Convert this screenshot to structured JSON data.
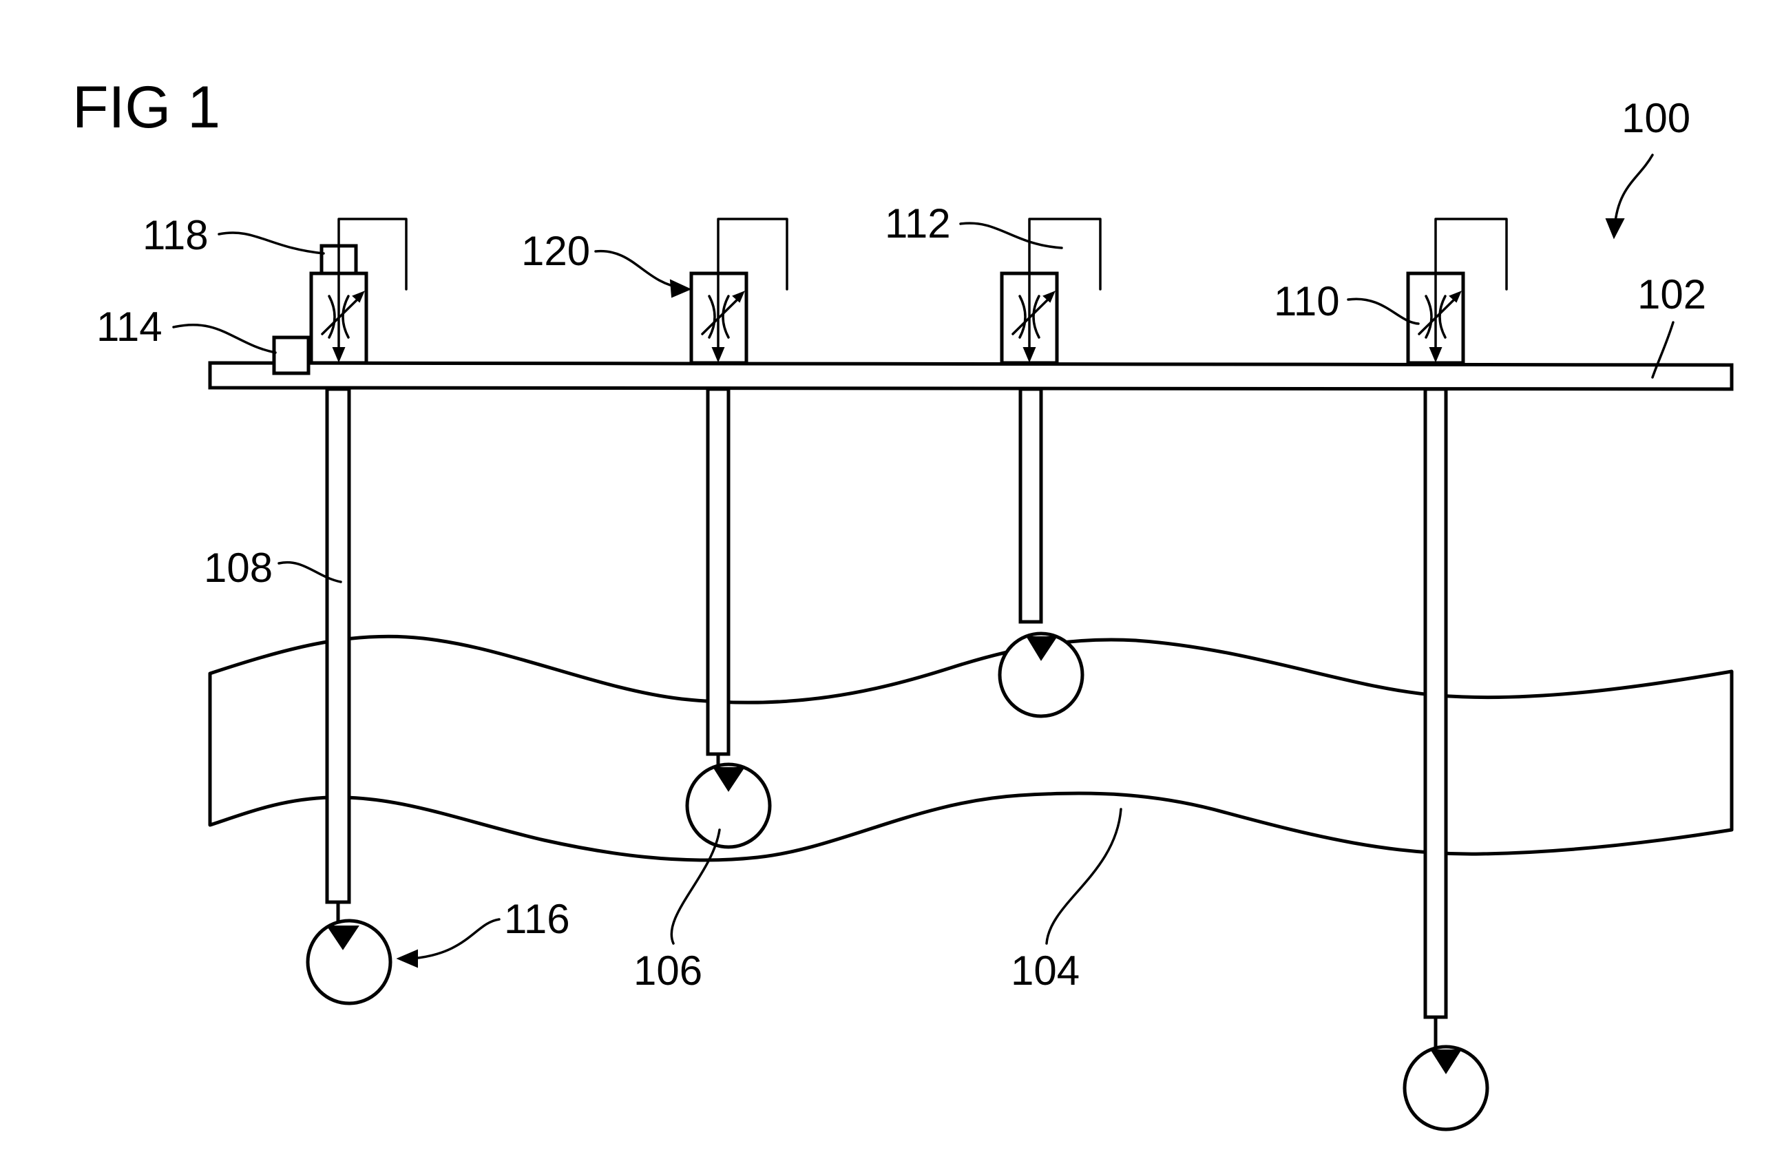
{
  "figure": {
    "title": "FIG 1",
    "labels": {
      "system": "100",
      "surface": "102",
      "reservoir": "104",
      "well_target_2": "106",
      "well_pipe_1": "108",
      "well_valve_4": "110",
      "well_valve_3": "112",
      "sensor": "114",
      "well_target_1": "116",
      "valve_actuator": "118",
      "well_valve_2": "120"
    }
  }
}
